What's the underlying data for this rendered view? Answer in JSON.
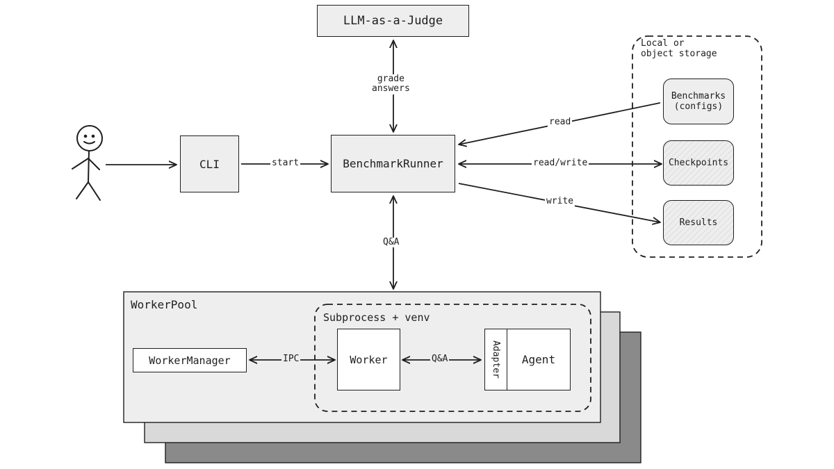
{
  "nodes": {
    "judge": "LLM-as-a-Judge",
    "cli": "CLI",
    "runner": "BenchmarkRunner",
    "storage_title_line1": "Local or",
    "storage_title_line2": "object storage",
    "benchmarks_line1": "Benchmarks",
    "benchmarks_line2": "(configs)",
    "checkpoints": "Checkpoints",
    "results": "Results",
    "worker_pool": "WorkerPool",
    "subprocess": "Subprocess + venv",
    "worker_manager": "WorkerManager",
    "worker": "Worker",
    "adapter": "Adapter",
    "agent": "Agent"
  },
  "edges": {
    "grade_line1": "grade",
    "grade_line2": "answers",
    "start": "start",
    "read": "read",
    "read_write": "read/write",
    "write": "write",
    "qa_runner": "Q&A",
    "ipc": "IPC",
    "qa_worker": "Q&A"
  },
  "colors": {
    "stroke": "#1e1e1e",
    "box_fill": "#eeeeee",
    "stack_layer_2": "#d9d9d9",
    "stack_layer_3": "#8a8a8a"
  }
}
